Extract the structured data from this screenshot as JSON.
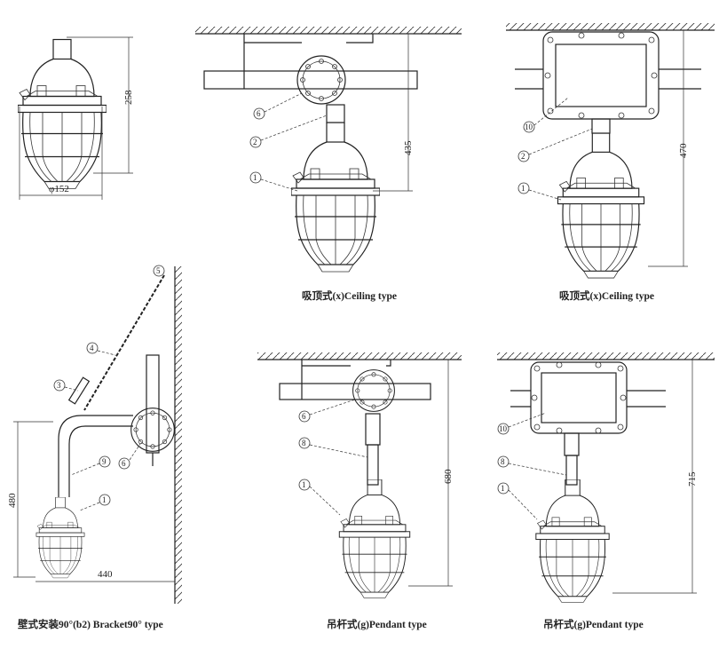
{
  "dimensions": {
    "lamp_height": "258",
    "lamp_diameter": "φ152",
    "ceiling_round_box_height": "435",
    "ceiling_square_box_height": "470",
    "bracket_height": "480",
    "bracket_length": "440",
    "pendant_round_box_height": "680",
    "pendant_square_box_height": "715"
  },
  "captions": {
    "ceiling_round": "吸顶式(x)Ceiling type",
    "ceiling_square": "吸顶式(x)Ceiling type",
    "bracket": "壁式安装90°(b2) Bracket90° type",
    "pendant_round": "吊杆式(g)Pendant type",
    "pendant_square": "吊杆式(g)Pendant type"
  },
  "part_labels": {
    "p1": "1",
    "p2": "2",
    "p3": "3",
    "p4": "4",
    "p5": "5",
    "p6": "6",
    "p8": "8",
    "p9": "9",
    "p10": "10"
  }
}
